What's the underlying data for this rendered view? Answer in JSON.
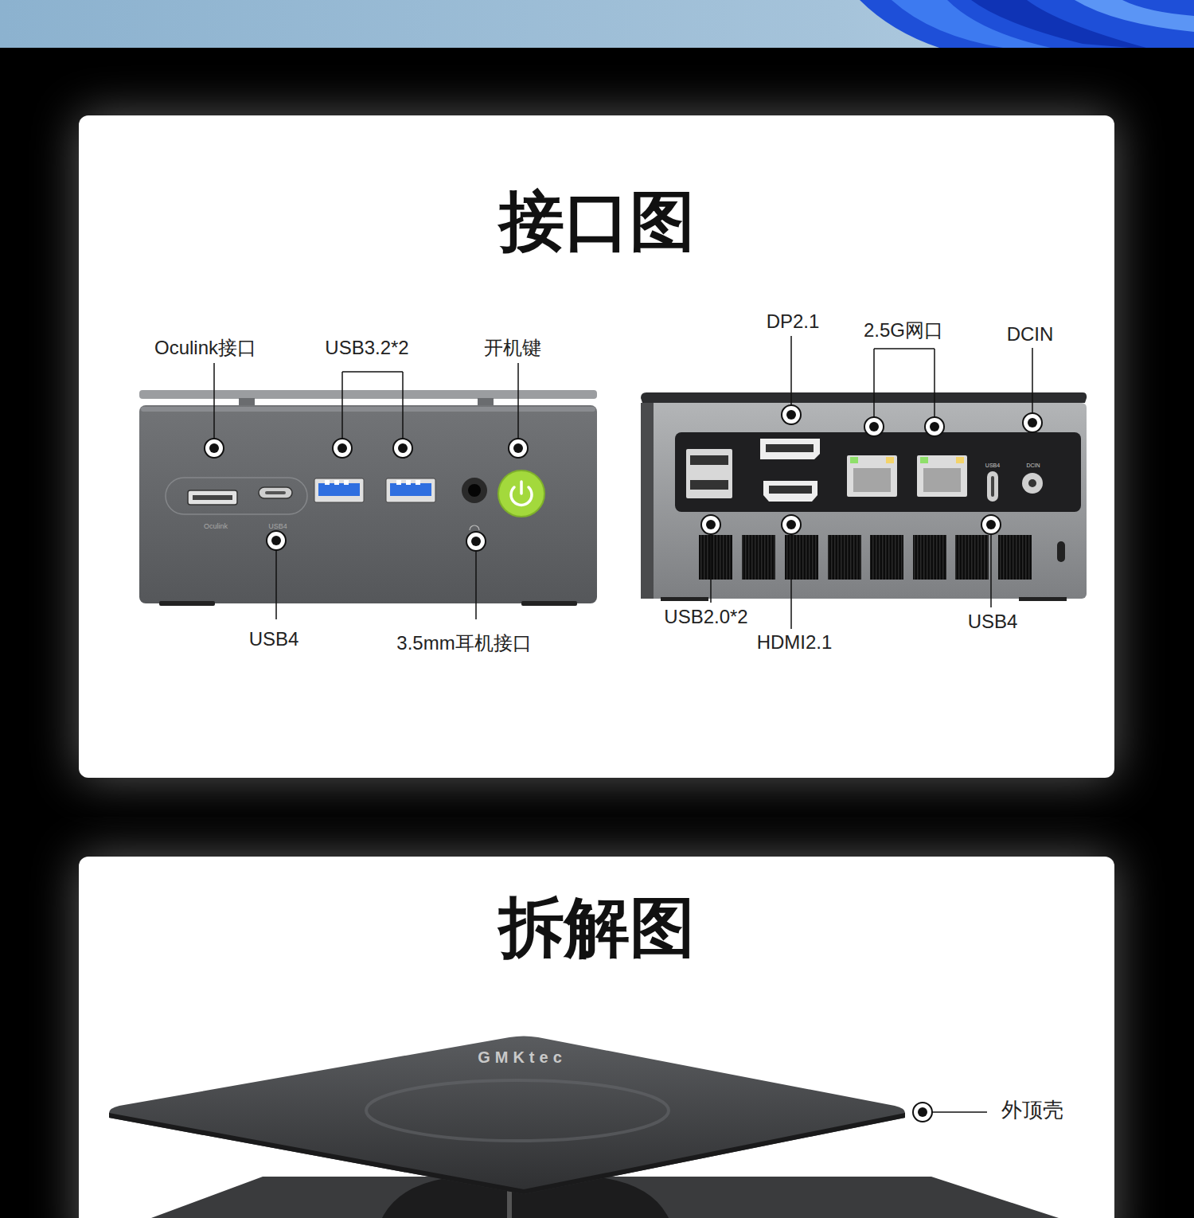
{
  "diagram": {
    "title": "接口图",
    "labels": [
      "Oculink接口",
      "USB3.2*2",
      "开机键",
      "Oculink",
      "USB4",
      "USB4",
      "3.5mm耳机接口",
      "DP2.1",
      "2.5G网口",
      "DCIN",
      "USB4",
      "DCIN",
      "USB2.0*2",
      "HDMI2.1",
      "USB4",
      "拆解图",
      "GMKtec",
      "外顶壳"
    ]
  }
}
